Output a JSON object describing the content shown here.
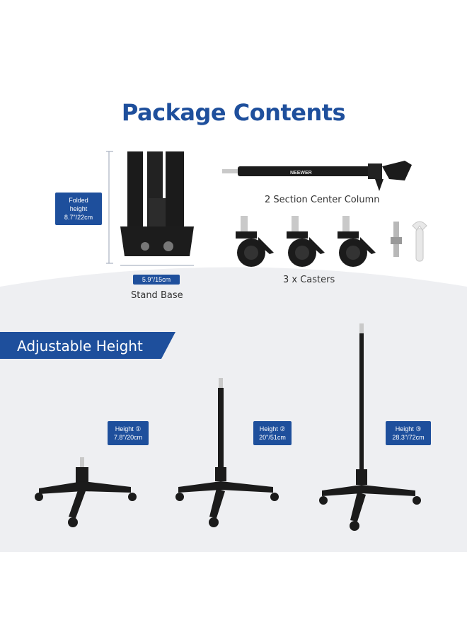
{
  "colors": {
    "brand_blue": "#1e4f9c",
    "band_grey": "#eeeff2",
    "metal_black": "#1b1b1b"
  },
  "title": "Package Contents",
  "package": {
    "folded_height_label": "Folded\nheight\n8.7\"/22cm",
    "base_width_label": "5.9\"/15cm",
    "stand_base_caption": "Stand Base",
    "column_caption": "2 Section Center Column",
    "column_brand": "NEEWER",
    "casters_caption": "3 x Casters"
  },
  "adjustable": {
    "banner": "Adjustable Height",
    "heights": [
      {
        "label": "Height ①\n7.8\"/20cm"
      },
      {
        "label": "Height ②\n20\"/51cm"
      },
      {
        "label": "Height ③\n28.3\"/72cm"
      }
    ]
  }
}
